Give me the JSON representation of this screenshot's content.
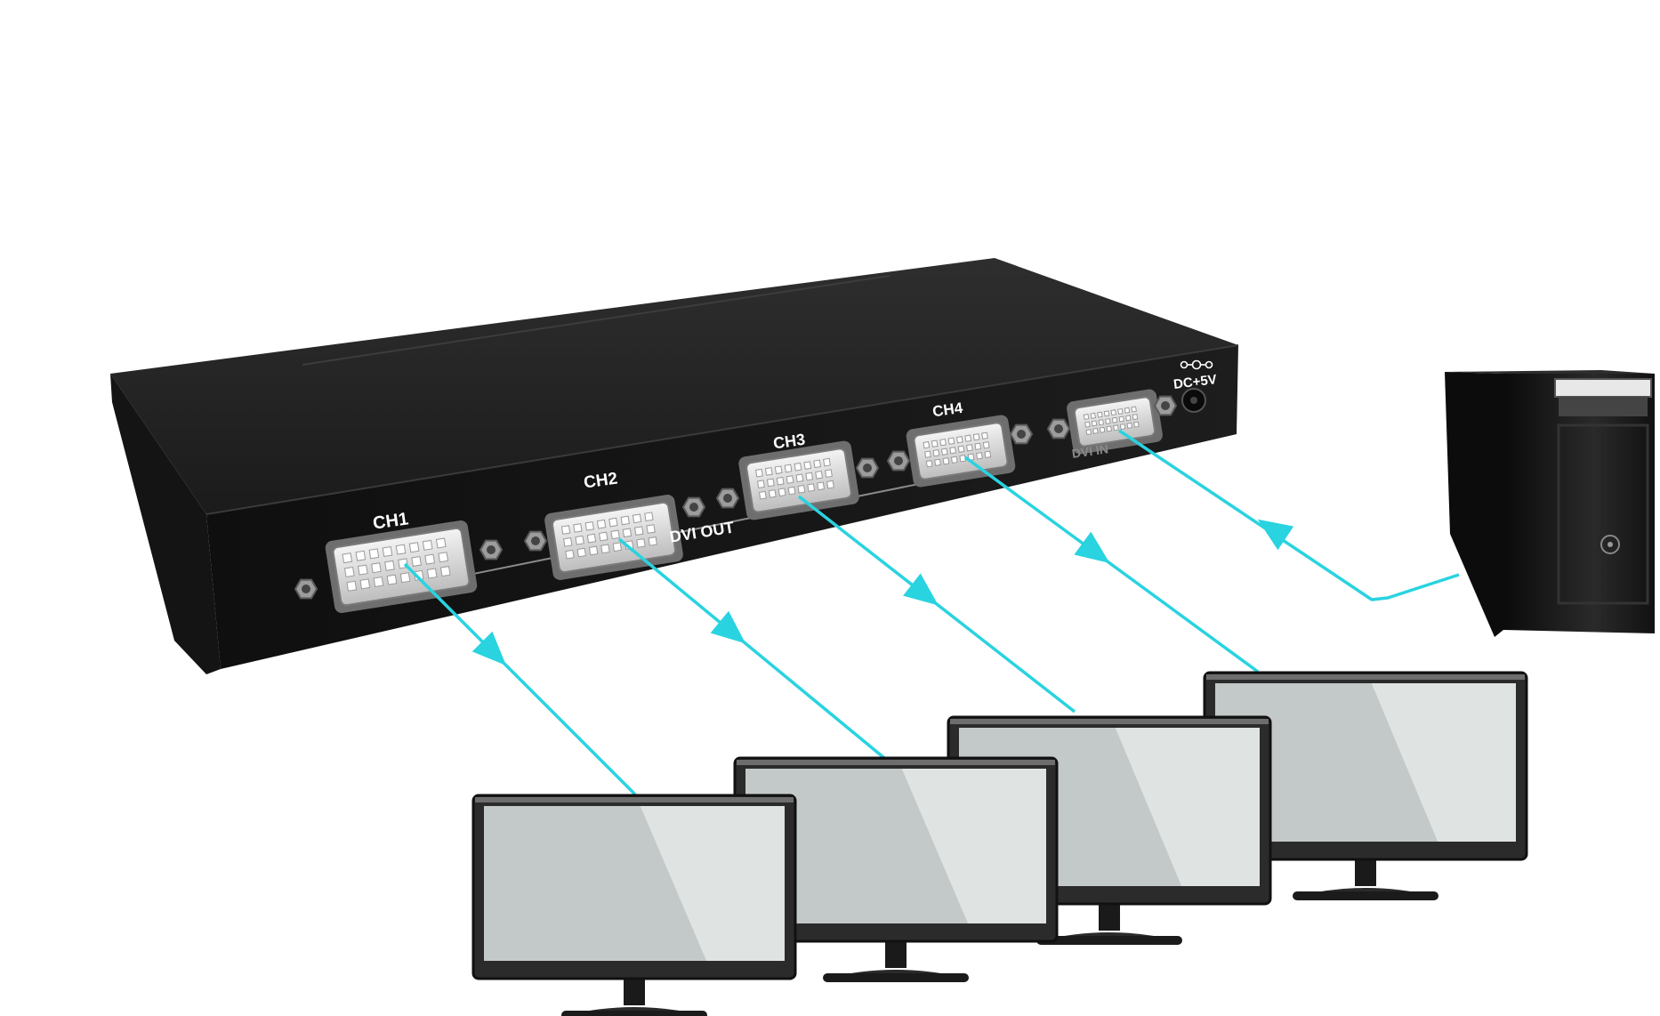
{
  "device": {
    "channels": [
      "CH1",
      "CH2",
      "CH3",
      "CH4"
    ],
    "output_label": "DVI OUT",
    "input_label": "DVI IN",
    "power_label": "DC+5V"
  },
  "colors": {
    "signal_line": "#29d3e0",
    "device_body": "#1f1f1f",
    "device_face": "#141414",
    "monitor_bezel": "#2b2b2b",
    "monitor_screen": "#c3c9c8",
    "port_metal": "#e4e4e4",
    "pc_tower": "#151515"
  },
  "icons": {
    "source": "desktop-pc-tower-icon",
    "display": "monitor-icon",
    "port": "dvi-port-icon",
    "flow": "arrow-head-icon"
  }
}
